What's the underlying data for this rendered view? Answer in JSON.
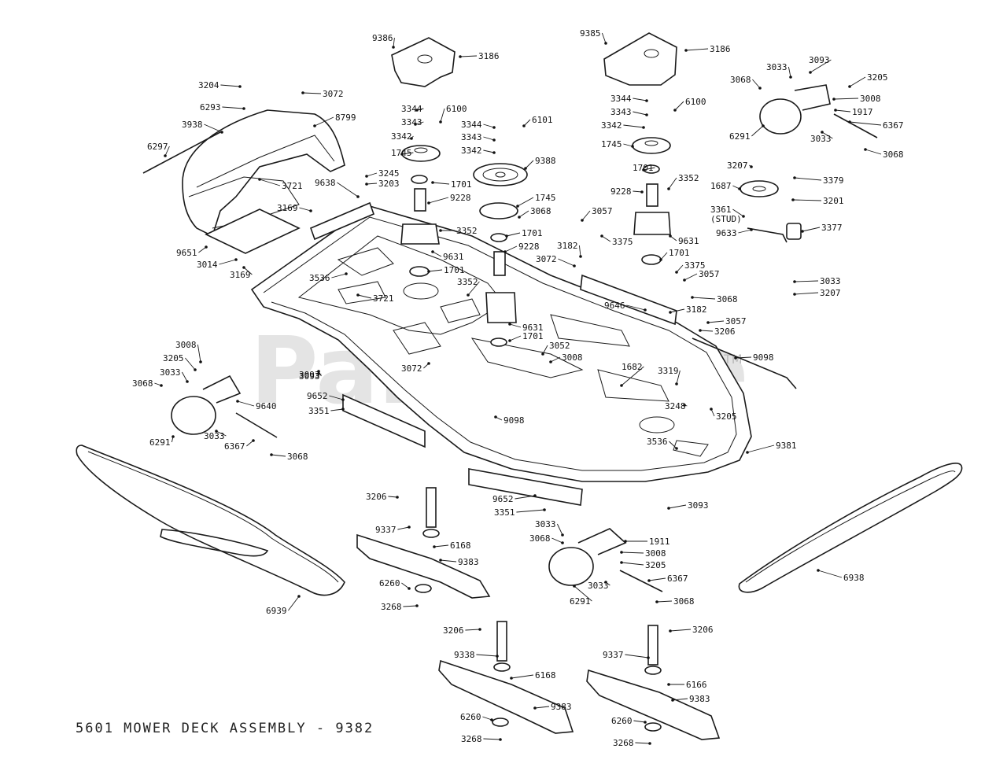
{
  "title": "5601 MOWER DECK ASSEMBLY - 9382",
  "watermark": {
    "text": "PartsTree",
    "trademark": "TM"
  },
  "callouts": [
    {
      "id": "c1",
      "text": "9386"
    },
    {
      "id": "c2",
      "text": "3186"
    },
    {
      "id": "c3",
      "text": "9385"
    },
    {
      "id": "c4",
      "text": "3186"
    },
    {
      "id": "c5",
      "text": "3204"
    },
    {
      "id": "c6",
      "text": "3072"
    },
    {
      "id": "c7",
      "text": "6293"
    },
    {
      "id": "c8",
      "text": "8799"
    },
    {
      "id": "c9",
      "text": "3938"
    },
    {
      "id": "c10",
      "text": "6297"
    },
    {
      "id": "c11",
      "text": "3721"
    },
    {
      "id": "c12",
      "text": "9638"
    },
    {
      "id": "c13",
      "text": "3169"
    },
    {
      "id": "c14",
      "text": "9651"
    },
    {
      "id": "c15",
      "text": "3014"
    },
    {
      "id": "c16",
      "text": "3169"
    },
    {
      "id": "c17",
      "text": "3344"
    },
    {
      "id": "c18",
      "text": "6100"
    },
    {
      "id": "c19",
      "text": "3343"
    },
    {
      "id": "c20",
      "text": "3342"
    },
    {
      "id": "c21",
      "text": "1745"
    },
    {
      "id": "c22",
      "text": "3245"
    },
    {
      "id": "c23",
      "text": "3203"
    },
    {
      "id": "c24",
      "text": "1701"
    },
    {
      "id": "c25",
      "text": "9228"
    },
    {
      "id": "c26",
      "text": "3352"
    },
    {
      "id": "c27",
      "text": "9631"
    },
    {
      "id": "c28",
      "text": "1701"
    },
    {
      "id": "c29",
      "text": "3536"
    },
    {
      "id": "c30",
      "text": "3721"
    },
    {
      "id": "c31",
      "text": "3352"
    },
    {
      "id": "c32",
      "text": "3344"
    },
    {
      "id": "c33",
      "text": "6101"
    },
    {
      "id": "c34",
      "text": "3343"
    },
    {
      "id": "c35",
      "text": "3342"
    },
    {
      "id": "c36",
      "text": "9388"
    },
    {
      "id": "c37",
      "text": "1745"
    },
    {
      "id": "c38",
      "text": "3068"
    },
    {
      "id": "c39",
      "text": "1701"
    },
    {
      "id": "c40",
      "text": "9228"
    },
    {
      "id": "c41",
      "text": "9631"
    },
    {
      "id": "c42",
      "text": "1701"
    },
    {
      "id": "c43",
      "text": "3052"
    },
    {
      "id": "c44",
      "text": "3008"
    },
    {
      "id": "c45",
      "text": "3072"
    },
    {
      "id": "c46",
      "text": "3093"
    },
    {
      "id": "c47",
      "text": "3344"
    },
    {
      "id": "c48",
      "text": "6100"
    },
    {
      "id": "c49",
      "text": "3343"
    },
    {
      "id": "c50",
      "text": "3342"
    },
    {
      "id": "c51",
      "text": "1745"
    },
    {
      "id": "c52",
      "text": "1701"
    },
    {
      "id": "c53",
      "text": "9228"
    },
    {
      "id": "c54",
      "text": "3352"
    },
    {
      "id": "c55",
      "text": "3057"
    },
    {
      "id": "c56",
      "text": "3375"
    },
    {
      "id": "c57",
      "text": "9631"
    },
    {
      "id": "c58",
      "text": "3182"
    },
    {
      "id": "c59",
      "text": "3072"
    },
    {
      "id": "c60",
      "text": "1701"
    },
    {
      "id": "c61",
      "text": "3375"
    },
    {
      "id": "c62",
      "text": "3057"
    },
    {
      "id": "c63",
      "text": "3068"
    },
    {
      "id": "c64",
      "text": "9646"
    },
    {
      "id": "c65",
      "text": "3182"
    },
    {
      "id": "c66",
      "text": "3057"
    },
    {
      "id": "c67",
      "text": "3206"
    },
    {
      "id": "c68",
      "text": "9098"
    },
    {
      "id": "c69",
      "text": "1682"
    },
    {
      "id": "c70",
      "text": "3319"
    },
    {
      "id": "c71",
      "text": "3248"
    },
    {
      "id": "c72",
      "text": "3205"
    },
    {
      "id": "c73",
      "text": "9098"
    },
    {
      "id": "c74",
      "text": "3536"
    },
    {
      "id": "c75",
      "text": "9381"
    },
    {
      "id": "c76",
      "text": "3033"
    },
    {
      "id": "c77",
      "text": "3093"
    },
    {
      "id": "c78",
      "text": "3068"
    },
    {
      "id": "c79",
      "text": "3205"
    },
    {
      "id": "c80",
      "text": "3008"
    },
    {
      "id": "c81",
      "text": "1917"
    },
    {
      "id": "c82",
      "text": "6367"
    },
    {
      "id": "c83",
      "text": "6291"
    },
    {
      "id": "c84",
      "text": "3033"
    },
    {
      "id": "c85",
      "text": "3068"
    },
    {
      "id": "c86",
      "text": "3207"
    },
    {
      "id": "c87",
      "text": "3379"
    },
    {
      "id": "c88",
      "text": "1687"
    },
    {
      "id": "c89",
      "text": "3201"
    },
    {
      "id": "c90",
      "text": "3361"
    },
    {
      "id": "c91",
      "text": "(STUD)"
    },
    {
      "id": "c92",
      "text": "9633"
    },
    {
      "id": "c93",
      "text": "3377"
    },
    {
      "id": "c94",
      "text": "3033"
    },
    {
      "id": "c95",
      "text": "3207"
    },
    {
      "id": "c96",
      "text": "3008"
    },
    {
      "id": "c97",
      "text": "3205"
    },
    {
      "id": "c98",
      "text": "3033"
    },
    {
      "id": "c99",
      "text": "3068"
    },
    {
      "id": "c100",
      "text": "9640"
    },
    {
      "id": "c101",
      "text": "3093"
    },
    {
      "id": "c102",
      "text": "9652"
    },
    {
      "id": "c103",
      "text": "3351"
    },
    {
      "id": "c104",
      "text": "6291"
    },
    {
      "id": "c105",
      "text": "3033"
    },
    {
      "id": "c106",
      "text": "6367"
    },
    {
      "id": "c107",
      "text": "3068"
    },
    {
      "id": "c108",
      "text": "6939"
    },
    {
      "id": "c109",
      "text": "3206"
    },
    {
      "id": "c110",
      "text": "9337"
    },
    {
      "id": "c111",
      "text": "6168"
    },
    {
      "id": "c112",
      "text": "9383"
    },
    {
      "id": "c113",
      "text": "6260"
    },
    {
      "id": "c114",
      "text": "3268"
    },
    {
      "id": "c115",
      "text": "9652"
    },
    {
      "id": "c116",
      "text": "3351"
    },
    {
      "id": "c117",
      "text": "3093"
    },
    {
      "id": "c118",
      "text": "3033"
    },
    {
      "id": "c119",
      "text": "3068"
    },
    {
      "id": "c120",
      "text": "1911"
    },
    {
      "id": "c121",
      "text": "3008"
    },
    {
      "id": "c122",
      "text": "3205"
    },
    {
      "id": "c123",
      "text": "6291"
    },
    {
      "id": "c124",
      "text": "3033"
    },
    {
      "id": "c125",
      "text": "6367"
    },
    {
      "id": "c126",
      "text": "3068"
    },
    {
      "id": "c127",
      "text": "6938"
    },
    {
      "id": "c128",
      "text": "3206"
    },
    {
      "id": "c129",
      "text": "9338"
    },
    {
      "id": "c130",
      "text": "6168"
    },
    {
      "id": "c131",
      "text": "9383"
    },
    {
      "id": "c132",
      "text": "6260"
    },
    {
      "id": "c133",
      "text": "3268"
    },
    {
      "id": "c134",
      "text": "3206"
    },
    {
      "id": "c135",
      "text": "9337"
    },
    {
      "id": "c136",
      "text": "6166"
    },
    {
      "id": "c137",
      "text": "9383"
    },
    {
      "id": "c138",
      "text": "6260"
    },
    {
      "id": "c139",
      "text": "3268"
    },
    {
      "id": "c140",
      "text": "3072"
    }
  ]
}
